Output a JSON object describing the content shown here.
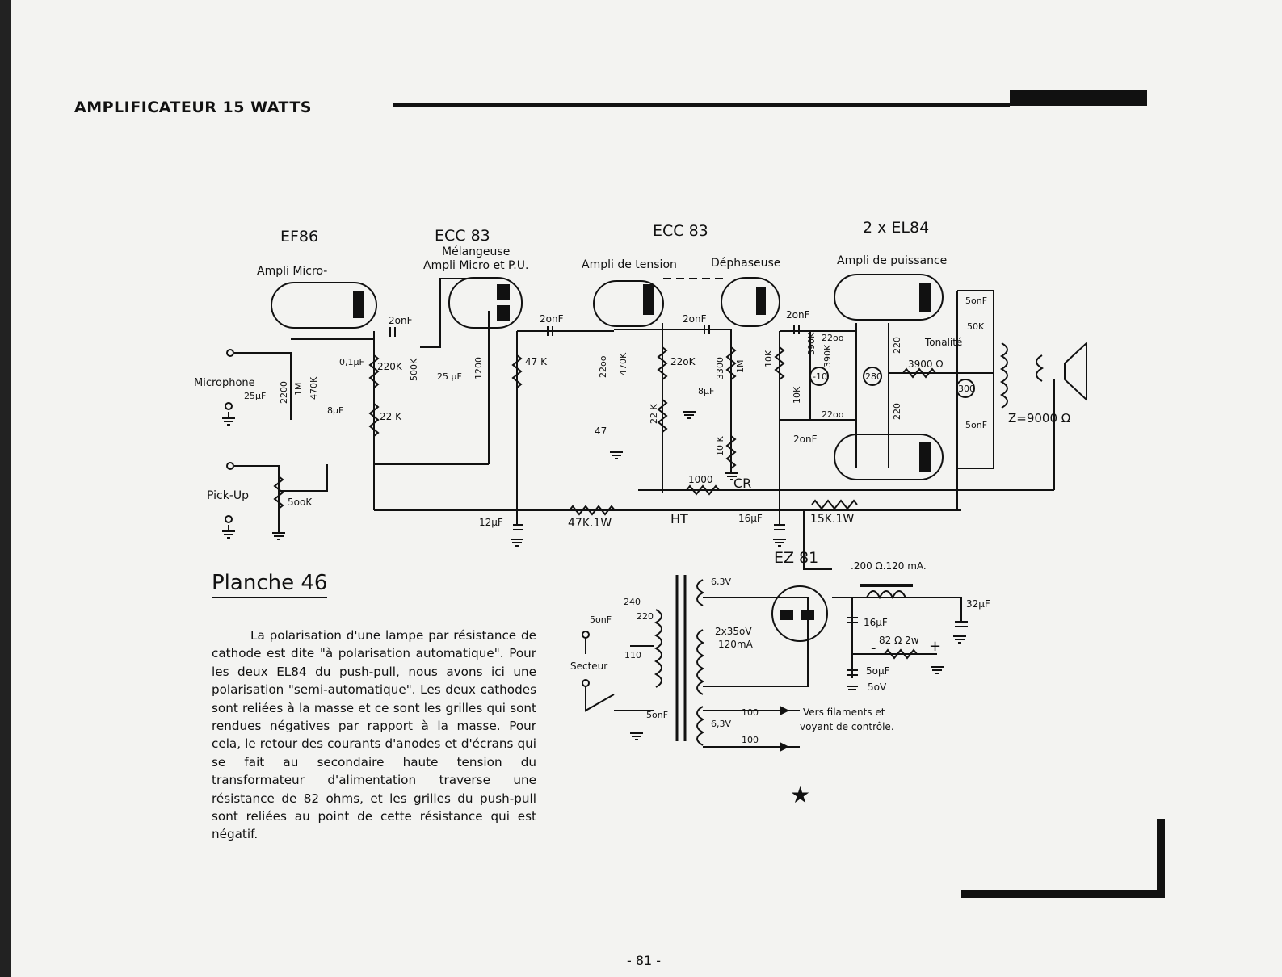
{
  "header": {
    "title": "AMPLIFICATEUR 15 WATTS"
  },
  "page_number": "- 81 -",
  "planche": "Planche  46",
  "paragraph": {
    "p1": "La polarisation d'une lampe par résistance de cathode est dite \"à polarisation automatique\". Pour les deux EL84 du push-pull, nous avons ici une polarisation \"semi-automatique\". Les deux cathodes sont reliées à la masse et ce sont les grilles qui sont rendues négatives par rapport à la masse. Pour cela, le retour des courants d'anodes et d'écrans qui se fait au secondaire haute tension du transformateur d'alimentation traverse une résistance de 82 ohms, et les grilles du push-pull sont reliées au point de cette résistance qui est négatif."
  },
  "tubes": {
    "ef86": {
      "name": "EF86",
      "role": "Ampli Micro-"
    },
    "ecc83_a": {
      "name": "ECC 83",
      "role1": "Mélangeuse",
      "role2": "Ampli Micro et P.U."
    },
    "ecc83_b": {
      "name": "ECC 83",
      "role1": "Ampli de tension",
      "role2": "Déphaseuse"
    },
    "el84": {
      "name": "2 x EL84",
      "role": "Ampli de puissance"
    },
    "ez81": {
      "name": "EZ 81"
    }
  },
  "inputs": {
    "microphone": "Microphone",
    "pickup": "Pick-Up"
  },
  "components": {
    "c_20nf": "2onF",
    "c_25uf_micro": "25μF",
    "r_2200": "2200",
    "r_1m": "1M",
    "r_470k": "470K",
    "c_01uf": "0,1μF",
    "c_8uf": "8μF",
    "r_220k": "220K",
    "r_22k": "22 K",
    "r_500k": "500K",
    "r_500k_pu": "5ooK",
    "c_25uf": "25 μF",
    "r_1200": "1200",
    "r_47k": "47 K",
    "r_2200b": "22oo",
    "r_470kb": "470K",
    "r_47": "47",
    "r_22kb": "22 K",
    "r_220kb": "22oK",
    "c_8uf_b": "8μF",
    "r_3300": "3300",
    "r_1m_b": "1M",
    "r_10k": "10K",
    "r_10k_b": "10 K",
    "r_1000": "1000",
    "cr": "CR",
    "ht": "HT",
    "c_12uf": "12μF",
    "r_47k_1w": "47K.1W",
    "c_16uf": "16μF",
    "r_15k_1w": "15K.1W",
    "r_390k": "390K",
    "r_390k_b": "390K",
    "r_10k_c": "10K",
    "r_2200c": "22oo",
    "r_2200d": "22oo",
    "r_220": "220",
    "r_220b": "220",
    "r_3900": "3900 Ω",
    "tonalite": "Tonalité",
    "r_50k": "50K",
    "c_50nf": "5onF",
    "c_50nf_b": "5onF",
    "z_9000": "Z=9000 Ω",
    "neg10": "-10",
    "v280": "280",
    "v300": "300",
    "choke": ".200 Ω.120 mA.",
    "c_32uf": "32μF",
    "c_16uf_b": "16μF",
    "r_82": "82 Ω 2w",
    "minus": "-",
    "plus": "+",
    "c_50uf": "5oμF",
    "v_50": "5oV",
    "v_63": "6,3V",
    "v_63b": "6,3V",
    "hv": "2x35oV",
    "hv_ma": "120mA",
    "tap_240": "240",
    "tap_220": "220",
    "tap_110": "110",
    "secteur": "Secteur",
    "c_50nf_sec": "5onF",
    "c_50nf_sec_b": "5onF",
    "r_100": "100",
    "r_100b": "100",
    "filaments1": "Vers filaments et",
    "filaments2": "voyant de contrôle."
  }
}
